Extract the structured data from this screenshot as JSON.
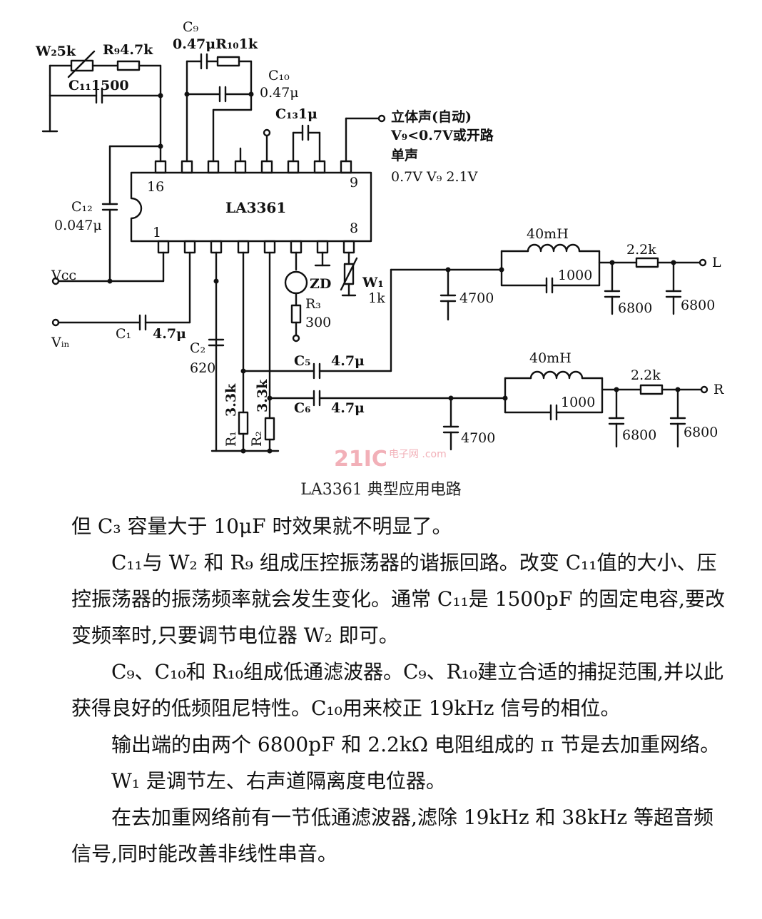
{
  "diagram": {
    "ic": {
      "name": "LA3361",
      "pin1": "1",
      "pin8": "8",
      "pin9": "9",
      "pin16": "16"
    },
    "labels": {
      "w2": "W₂5k",
      "r9": "R₉4.7k",
      "c9": "C₉",
      "c9_r10": "0.47μR₁₀1k",
      "c11": "C₁₁1500",
      "c10": "C₁₀",
      "c10_val": "0.47μ",
      "c13": "C₁₃1μ",
      "stereo": "立体声(自动)",
      "stereo_v": "V₉<0.7V或开路",
      "mono": "单声",
      "mono_v": "0.7V   V₉  2.1V",
      "c12": "C₁₂",
      "c12_val": "0.047μ",
      "vcc": "Vᴄᴄ",
      "vin": "Vᵢₙ",
      "c1": "C₁",
      "c1_val": "4.7μ",
      "c2": "C₂",
      "c2_val": "620",
      "zd": "ZD",
      "r3": "R₃",
      "r3_val": "300",
      "w1": "W₁",
      "w1_val": "1k",
      "c5": "C₅",
      "c5_val": "4.7μ",
      "c6": "C₆",
      "c6_val": "4.7μ",
      "r1": "R₁",
      "r1_val": "3.3k",
      "r2": "R₂",
      "r2_val": "3.3k",
      "l_top": "40mH",
      "l_bot": "40mH",
      "cap1000_top": "1000",
      "cap1000_bot": "1000",
      "res_top": "2.2k",
      "res_bot": "2.2k",
      "out_l": "L",
      "out_r": "R",
      "c4700_top": "4700",
      "c4700_bot": "4700",
      "c6800_a": "6800",
      "c6800_b": "6800",
      "c6800_c": "6800",
      "c6800_d": "6800"
    },
    "caption": "LA3361 典型应用电路",
    "watermark": {
      "brand": "21IC",
      "sub": "电子网 .com"
    }
  },
  "paragraphs": [
    "但 C₃ 容量大于 10μF 时效果就不明显了。",
    "C₁₁与 W₂ 和 R₉ 组成压控振荡器的谐振回路。改变 C₁₁值的大小、压控振荡器的振荡频率就会发生变化。通常 C₁₁是 1500pF 的固定电容,要改变频率时,只要调节电位器 W₂ 即可。",
    "C₉、C₁₀和 R₁₀组成低通滤波器。C₉、R₁₀建立合适的捕捉范围,并以此获得良好的低频阻尼特性。C₁₀用来校正 19kHz 信号的相位。",
    "输出端的由两个 6800pF 和 2.2kΩ 电阻组成的 π 节是去加重网络。",
    "W₁ 是调节左、右声道隔离度电位器。",
    "在去加重网络前有一节低通滤波器,滤除 19kHz 和 38kHz 等超音频信号,同时能改善非线性串音。"
  ]
}
